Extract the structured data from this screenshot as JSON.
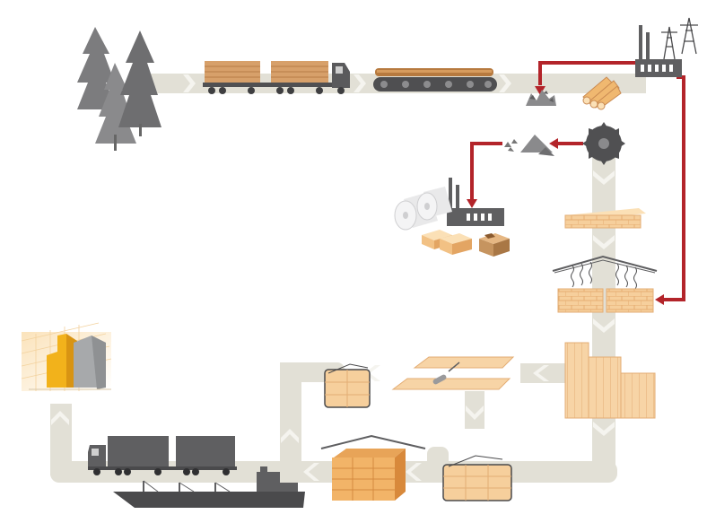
{
  "diagram": {
    "kind": "wood processing flow",
    "colors": {
      "flow_path": "#e2e0d6",
      "flow_arrow": "#f3f2ec",
      "energy_line": "#b3242a",
      "wood_light": "#f6cf9c",
      "wood_mid": "#edb27a",
      "wood_dark": "#c98a52",
      "machinery": "#5f5f61",
      "tree": "#7a7a7c",
      "building_yellow": "#f2b21b"
    },
    "stages": [
      {
        "id": "forest",
        "icon": "tree-icon"
      },
      {
        "id": "log-transport",
        "icon": "timber-truck-icon"
      },
      {
        "id": "log-conveyor",
        "icon": "conveyor-icon"
      },
      {
        "id": "bark-chips",
        "icon": "chips-icon"
      },
      {
        "id": "log-sorting",
        "icon": "log-pile-icon"
      },
      {
        "id": "power-plant",
        "icon": "power-plant-icon"
      },
      {
        "id": "sawing",
        "icon": "saw-blade-icon"
      },
      {
        "id": "sawdust-chips",
        "icon": "sawdust-icon"
      },
      {
        "id": "pulp-mill",
        "icon": "factory-icon"
      },
      {
        "id": "paper-rolls",
        "icon": "paper-roll-icon"
      },
      {
        "id": "cardboard-boxes",
        "icon": "box-icon"
      },
      {
        "id": "sawn-timber",
        "icon": "plank-stack-icon"
      },
      {
        "id": "kiln-drying",
        "icon": "kiln-icon"
      },
      {
        "id": "sorting-stacks",
        "icon": "stacked-boards-icon"
      },
      {
        "id": "planing",
        "icon": "planer-icon"
      },
      {
        "id": "packaging",
        "icon": "package-icon"
      },
      {
        "id": "storage",
        "icon": "warehouse-icon"
      },
      {
        "id": "wrapped-package",
        "icon": "wrapped-package-icon"
      },
      {
        "id": "road-transport",
        "icon": "truck-icon"
      },
      {
        "id": "sea-transport",
        "icon": "ship-icon"
      },
      {
        "id": "construction",
        "icon": "building-icon"
      }
    ]
  }
}
